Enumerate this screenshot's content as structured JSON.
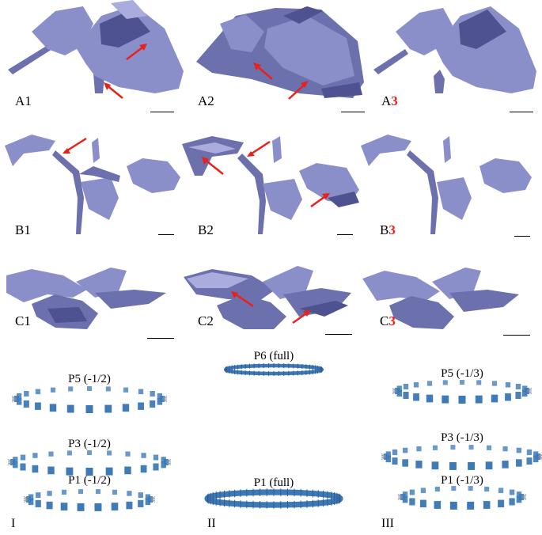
{
  "colors": {
    "plant": "#8b8fc9",
    "plant_dark": "#6c70ad",
    "plant_light": "#a9acdc",
    "arrow": "#e8211b",
    "ring": "#3d79b6"
  },
  "panels": {
    "a1": {
      "prefix": "A1",
      "suffix": ""
    },
    "a2": {
      "prefix": "A2",
      "suffix": ""
    },
    "a3": {
      "prefix": "A",
      "suffix": "3"
    },
    "b1": {
      "prefix": "B1",
      "suffix": ""
    },
    "b2": {
      "prefix": "B2",
      "suffix": ""
    },
    "b3": {
      "prefix": "B",
      "suffix": "3"
    },
    "c1": {
      "prefix": "C1",
      "suffix": ""
    },
    "c2": {
      "prefix": "C2",
      "suffix": ""
    },
    "c3": {
      "prefix": "C",
      "suffix": "3"
    }
  },
  "rings": {
    "col1": {
      "top": "P5 (-1/2)",
      "mid": "P3 (-1/2)",
      "bottom": "P1 (-1/2)",
      "roman": "I"
    },
    "col2": {
      "top": "P6 (full)",
      "bottom": "P1 (full)",
      "roman": "II"
    },
    "col3": {
      "top": "P5 (-1/3)",
      "mid": "P3 (-1/3)",
      "bottom": "P1 (-1/3)",
      "roman": "III"
    }
  }
}
